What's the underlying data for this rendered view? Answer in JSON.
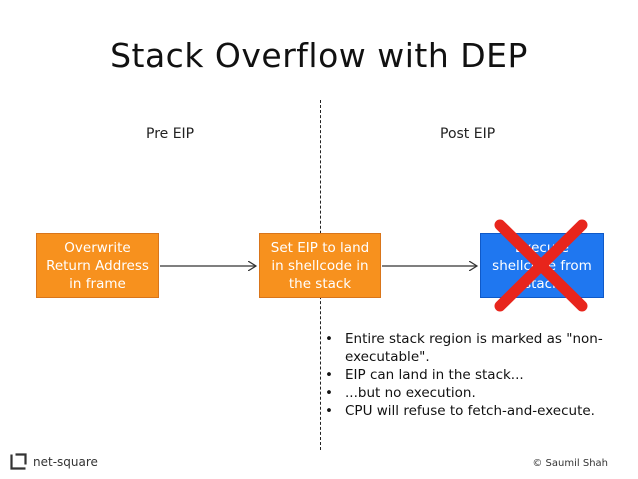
{
  "title": "Stack Overflow with DEP",
  "labels": {
    "pre": "Pre EIP",
    "post": "Post EIP"
  },
  "boxes": [
    {
      "text": "Overwrite\nReturn Address\nin frame",
      "color": "#f7911e"
    },
    {
      "text": "Set EIP to land\nin shellcode in\nthe stack",
      "color": "#f7911e"
    },
    {
      "text": "Execute\nshellcode from\nstack",
      "color": "#1f77f0",
      "crossed_out": true
    }
  ],
  "cross_color": "#e8251c",
  "bullets": [
    "Entire stack region is marked as \"non-executable\".",
    "EIP can land in the stack...",
    "...but no execution.",
    "CPU will refuse to fetch-and-execute."
  ],
  "footer": {
    "brand": "net-square",
    "copyright": "© Saumil Shah"
  }
}
